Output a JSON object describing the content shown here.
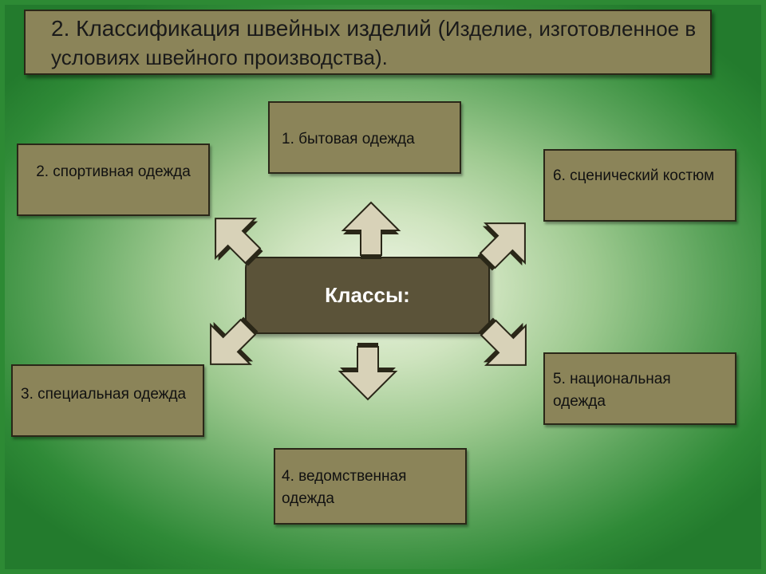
{
  "title": {
    "main": "2. Классификация швейных изделий (",
    "subtitle": "Изделие, изготовленное в условиях швейного производства)."
  },
  "center_label": "Классы:",
  "classes": {
    "c1": "1. бытовая одежда",
    "c2": "2. спортивная одежда",
    "c3": "3. специальная одежда",
    "c4": "4. ведомственная одежда",
    "c5": "5. национальная одежда",
    "c6": "6. сценический костюм"
  },
  "colors": {
    "box_fill": "#8b8459",
    "center_fill": "#5b5339",
    "arrow_fill": "#d8d2b8",
    "background": "#2d8a34"
  }
}
